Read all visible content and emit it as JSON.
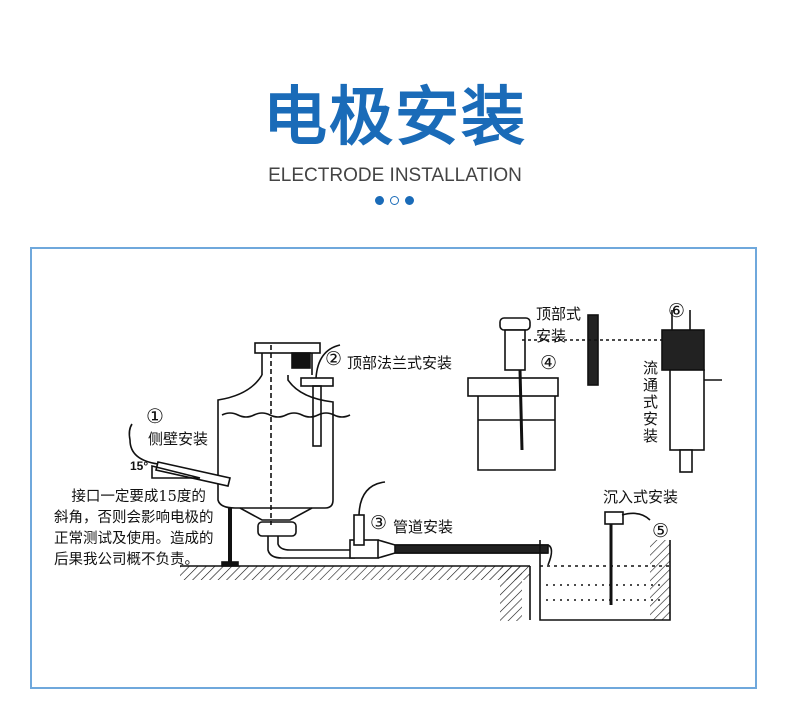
{
  "header": {
    "title": "电极安装",
    "subtitle": "ELECTRODE INSTALLATION"
  },
  "diagram": {
    "side_wall": {
      "num": "①",
      "label": "侧壁安装",
      "angle": "15°"
    },
    "top_flange": {
      "num": "②",
      "label": "顶部法兰式安装"
    },
    "pipe": {
      "num": "③",
      "label": "管道安装"
    },
    "top": {
      "num": "④",
      "label_line1": "顶部式",
      "label_line2": "安装"
    },
    "submerged": {
      "num": "⑤",
      "label": "沉入式安装"
    },
    "flow": {
      "num": "⑥",
      "label": "流通式安装"
    },
    "note": "接口一定要成15度的斜角，否则会影响电极的正常测试及使用。造成的后果我公司概不负责。"
  },
  "colors": {
    "accent": "#1a6bb8",
    "frame": "#6fa8dc"
  }
}
